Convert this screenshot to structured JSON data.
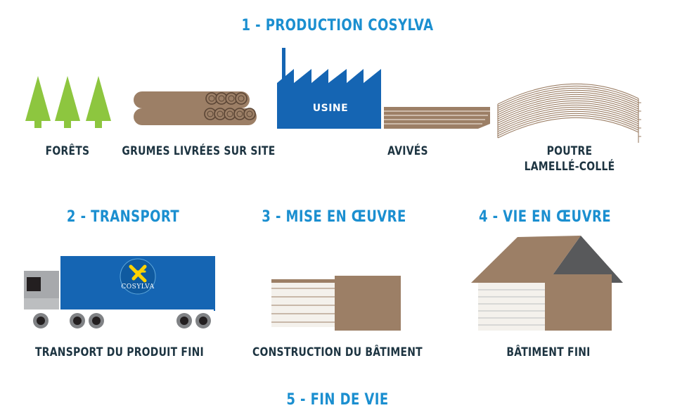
{
  "colors": {
    "accent_blue": "#1b8fd0",
    "text_dark": "#1d3441",
    "tree_green": "#8dc63f",
    "wood_brown": "#9c7f66",
    "factory_blue": "#1565b3",
    "truck_grey": "#a7a9ac",
    "roof_dark": "#58595b"
  },
  "sections": {
    "production": {
      "title": "1 - PRODUCTION COSYLVA"
    },
    "transport": {
      "title": "2 - TRANSPORT"
    },
    "mise_en_oeuvre": {
      "title": "3 - MISE EN ŒUVRE"
    },
    "vie_en_oeuvre": {
      "title": "4 - VIE EN ŒUVRE"
    },
    "fin_de_vie": {
      "title": "5 - FIN DE VIE"
    }
  },
  "steps": {
    "forets": {
      "label": "FORÊTS",
      "icon": "trees-icon"
    },
    "grumes": {
      "label": "GRUMES LIVRÉES SUR SITE",
      "icon": "logs-icon"
    },
    "usine": {
      "label": "USINE",
      "icon": "factory-icon"
    },
    "avives": {
      "label": "AVIVÉS",
      "icon": "planks-icon"
    },
    "poutre": {
      "label_line1": "POUTRE",
      "label_line2": "LAMELLÉ-COLLÉ",
      "icon": "glulam-beam-icon"
    },
    "transport_produit": {
      "label": "TRANSPORT DU PRODUIT FINI",
      "icon": "truck-icon"
    },
    "construction": {
      "label": "CONSTRUCTION DU BÂTIMENT",
      "icon": "building-construction-icon"
    },
    "batiment_fini": {
      "label": "BÂTIMENT FINI",
      "icon": "finished-building-icon"
    }
  },
  "truck_logo": {
    "text": "COSYLVA"
  }
}
